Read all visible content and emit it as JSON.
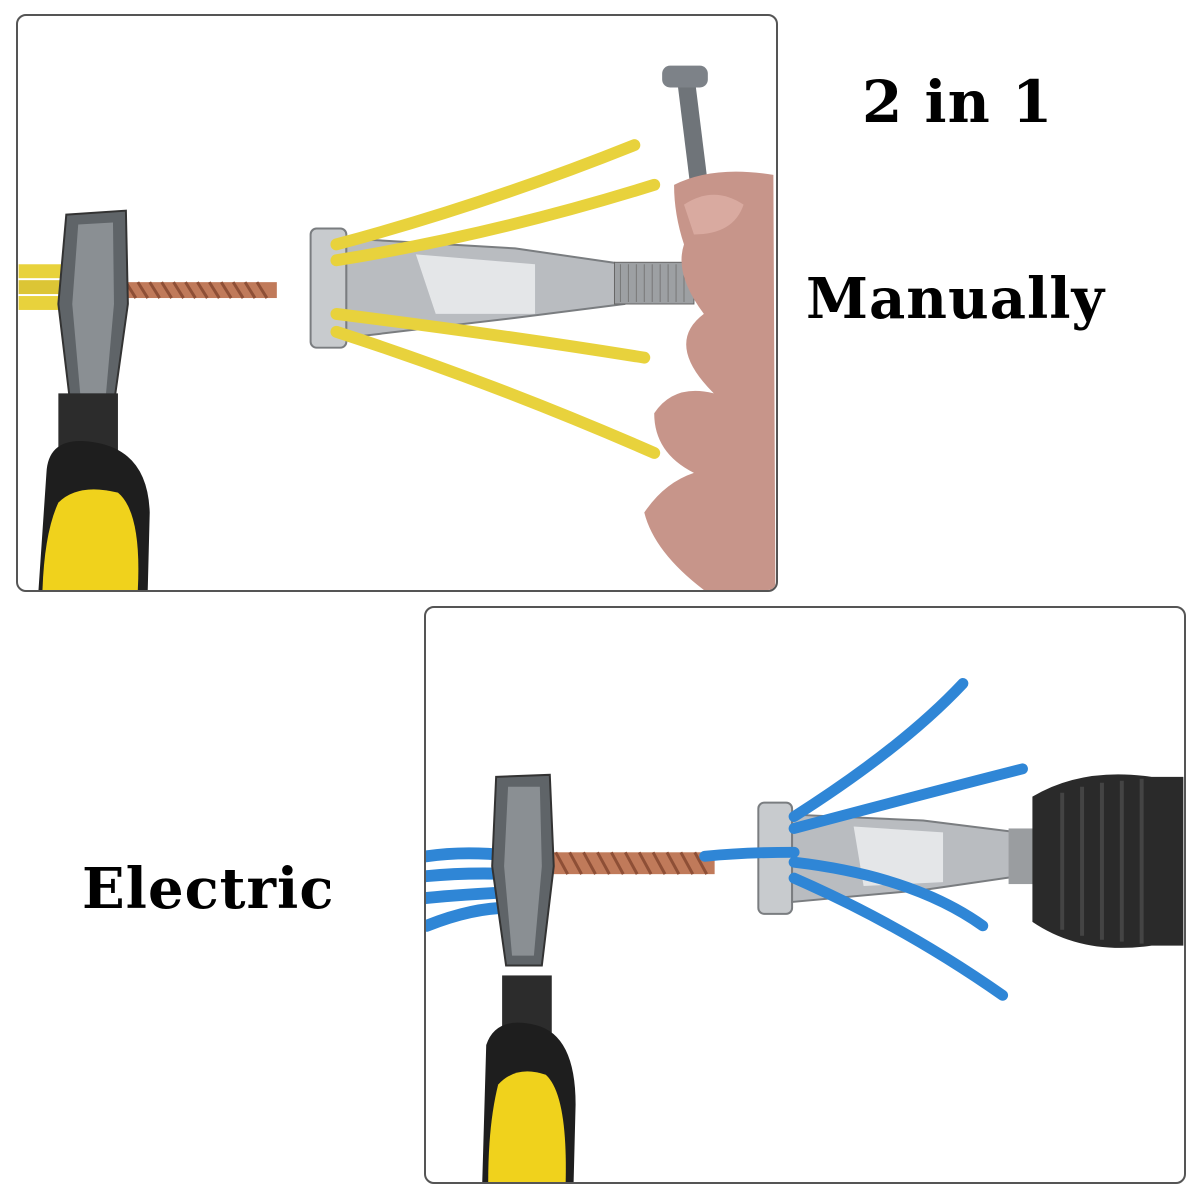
{
  "heading": "2 in 1",
  "modes": {
    "manual": {
      "label": "Manually"
    },
    "electric": {
      "label": "Electric"
    }
  },
  "colors": {
    "wire_yellow": "#e8d23c",
    "wire_blue": "#2f86d6",
    "copper": "#c07a5a",
    "plier_handle": "#f0d21c",
    "steel": "#b9bcc0",
    "frame_border": "#555555"
  },
  "icons": [
    "pliers-icon",
    "wire-twister-icon",
    "screwdriver-icon",
    "hand-icon",
    "drill-chuck-icon",
    "twisted-copper-wire-icon"
  ]
}
